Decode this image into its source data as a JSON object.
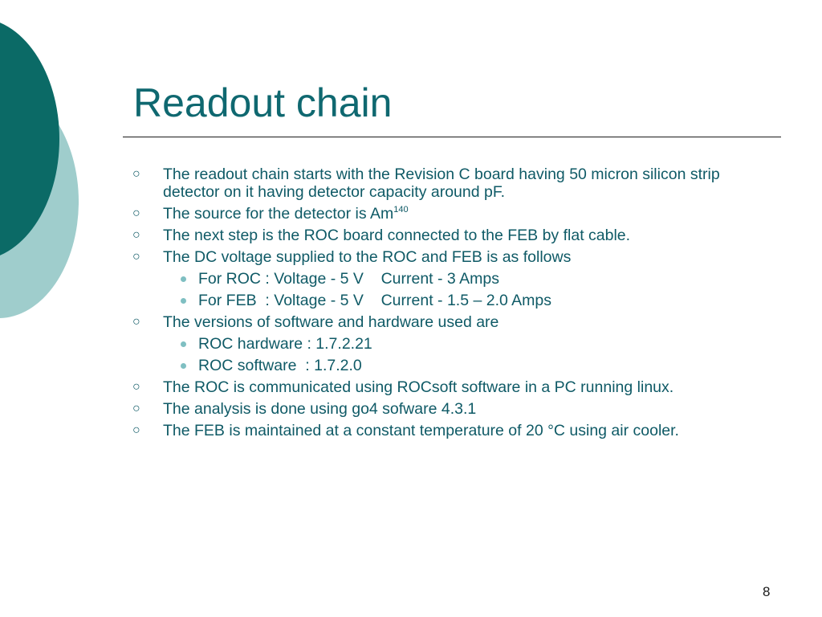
{
  "slide": {
    "title": "Readout chain",
    "page_number": "8",
    "colors": {
      "dark_teal": "#0b6a66",
      "light_teal": "#9fcdcc",
      "text": "#0f5a66"
    },
    "bullets": [
      {
        "text": "The readout chain starts with the Revision C board having 50 micron silicon strip detector on it having detector capacity around pF."
      },
      {
        "text": "The source for the detector is Am",
        "superscript": "140"
      },
      {
        "text": "The next step is the ROC board connected to the FEB by flat cable."
      },
      {
        "text": "The DC voltage supplied to the ROC and FEB is as follows",
        "sub_items": [
          "For ROC : Voltage - 5 V    Current - 3 Amps",
          "For FEB  : Voltage - 5 V    Current - 1.5 – 2.0 Amps"
        ]
      },
      {
        "text": "The versions of software and hardware used are",
        "sub_items": [
          "ROC hardware : 1.7.2.21",
          "ROC software  : 1.7.2.0"
        ]
      },
      {
        "text": "The ROC is communicated using ROCsoft software in a PC running linux."
      },
      {
        "text": "The analysis is done using go4 sofware 4.3.1"
      },
      {
        "text": "The FEB is maintained at a constant temperature of 20 °C using air cooler."
      }
    ]
  }
}
